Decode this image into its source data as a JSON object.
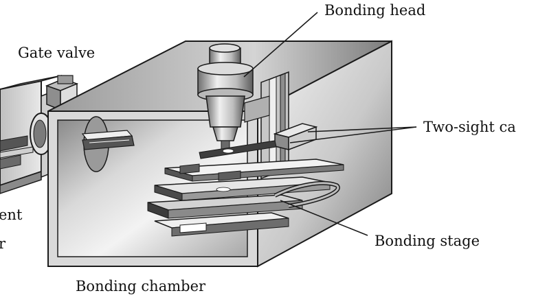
{
  "labels": {
    "bonding_head": "Bonding head",
    "gate_valve": "Gate valve",
    "two_sight_camera": "Two-sight ca",
    "bonding_stage": "Bonding stage",
    "bonding_chamber": "Bonding chamber",
    "left_chamber_line1": "ent",
    "left_chamber_line2": "r"
  },
  "colors": {
    "outline": "#1a1a1a",
    "chamber_face": "#d6d6d6",
    "chamber_shadow": "#8c8c8c",
    "part_dark": "#4a4a4a",
    "part_light": "#f2f2f2"
  }
}
